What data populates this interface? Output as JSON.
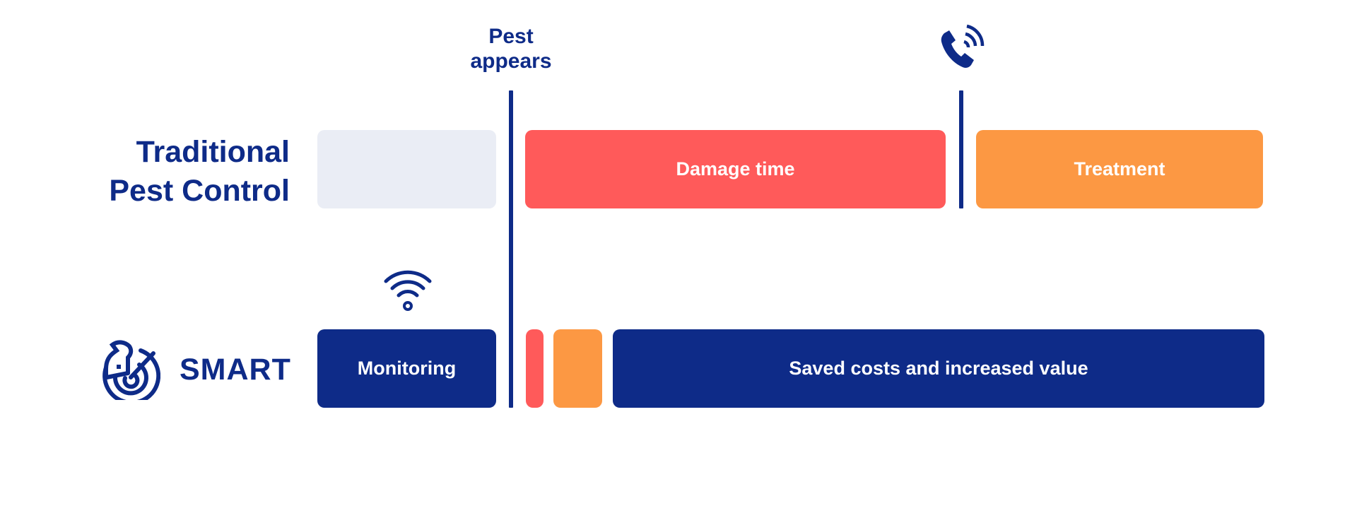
{
  "colors": {
    "navy": "#0E2B88",
    "red": "#FF5A5A",
    "orange": "#FC9843",
    "gray": "#EAEDF5",
    "white": "#FFFFFF"
  },
  "markers": {
    "pest_appears": {
      "line1": "Pest",
      "line2": "appears"
    },
    "call_icon": "phone-ringing-icon"
  },
  "rows": {
    "traditional": {
      "label_line1": "Traditional",
      "label_line2": "Pest Control",
      "segments": [
        {
          "label": "",
          "color": "gray"
        },
        {
          "label": "Damage time",
          "color": "red"
        },
        {
          "label": "Treatment",
          "color": "orange"
        }
      ]
    },
    "smart": {
      "label": "SMART",
      "logo_icon": "rodent-target-logo-icon",
      "monitor_icon": "wifi-icon",
      "segments": [
        {
          "label": "Monitoring",
          "color": "navy"
        },
        {
          "label": "",
          "color": "red"
        },
        {
          "label": "",
          "color": "orange"
        },
        {
          "label": "Saved costs and increased value",
          "color": "navy"
        }
      ]
    }
  }
}
